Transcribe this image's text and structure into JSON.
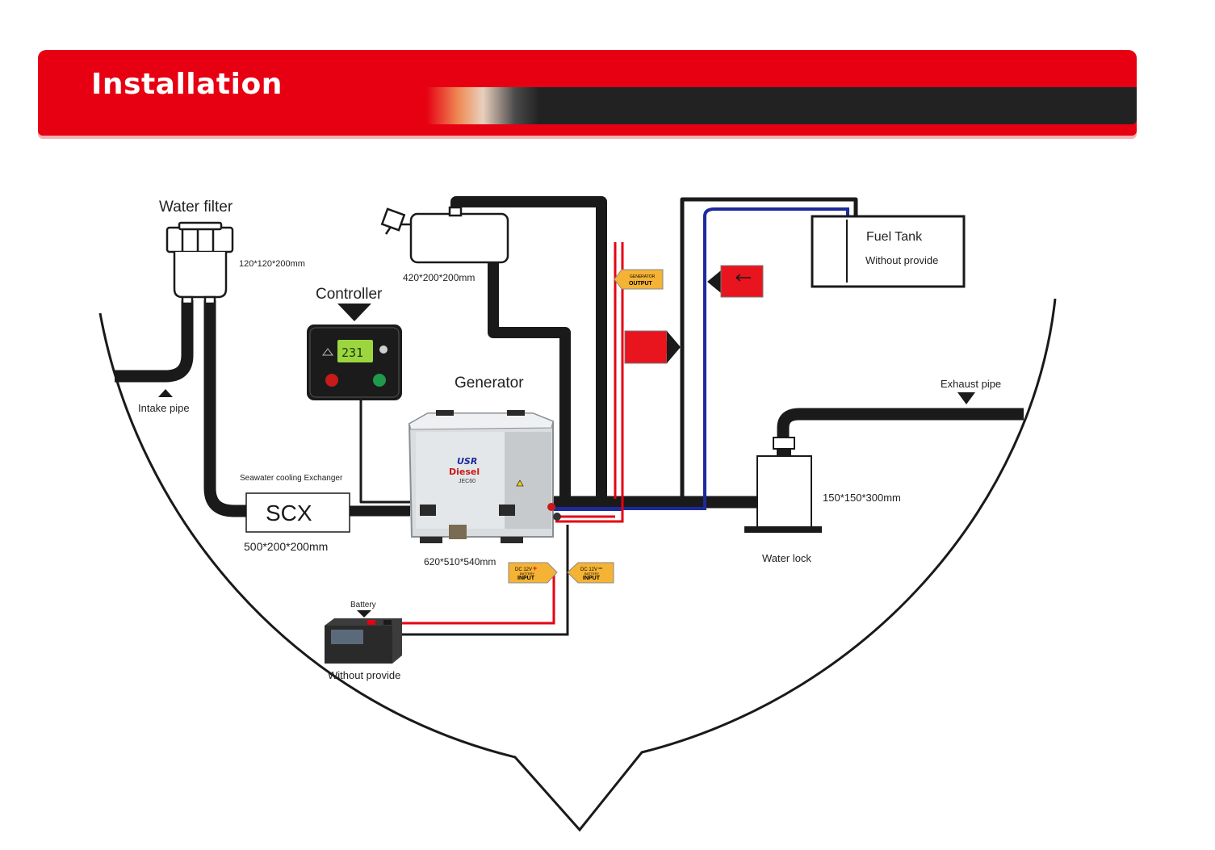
{
  "header": {
    "title": "Installation"
  },
  "labels": {
    "water_filter": "Water filter",
    "water_filter_size": "120*120*200mm",
    "controller": "Controller",
    "tank_size": "420*200*200mm",
    "generator": "Generator",
    "generator_size": "620*510*540mm",
    "fuel_tank": "Fuel Tank",
    "fuel_tank_note": "Without provide",
    "intake_pipe": "Intake pipe",
    "exchanger_title": "Seawater cooling Exchanger",
    "scx": "SCX",
    "scx_size": "500*200*200mm",
    "exhaust_pipe": "Exhaust pipe",
    "water_lock_size": "150*150*300mm",
    "water_lock": "Water lock",
    "battery": "Battery",
    "battery_note": "Without provide"
  },
  "tags": {
    "generator_output_top": "GENERATOR",
    "generator_output": "OUTPUT",
    "dc_plus_top": "DC 12V",
    "dc_plus_mid": "BATTERY",
    "dc_plus": "INPUT",
    "dc_minus_top": "DC 12V",
    "dc_minus_mid": "BATTERY",
    "dc_minus": "INPUT"
  },
  "controller_display": {
    "reading": "231"
  },
  "generator_brand": {
    "logo": "USR",
    "name": "Diesel",
    "model": "JEC60"
  },
  "colors": {
    "brand_red": "#e60012",
    "pipe_black": "#1a1a1a",
    "fuel_blue": "#1c2a9c",
    "tag_yellow": "#f5b335"
  }
}
